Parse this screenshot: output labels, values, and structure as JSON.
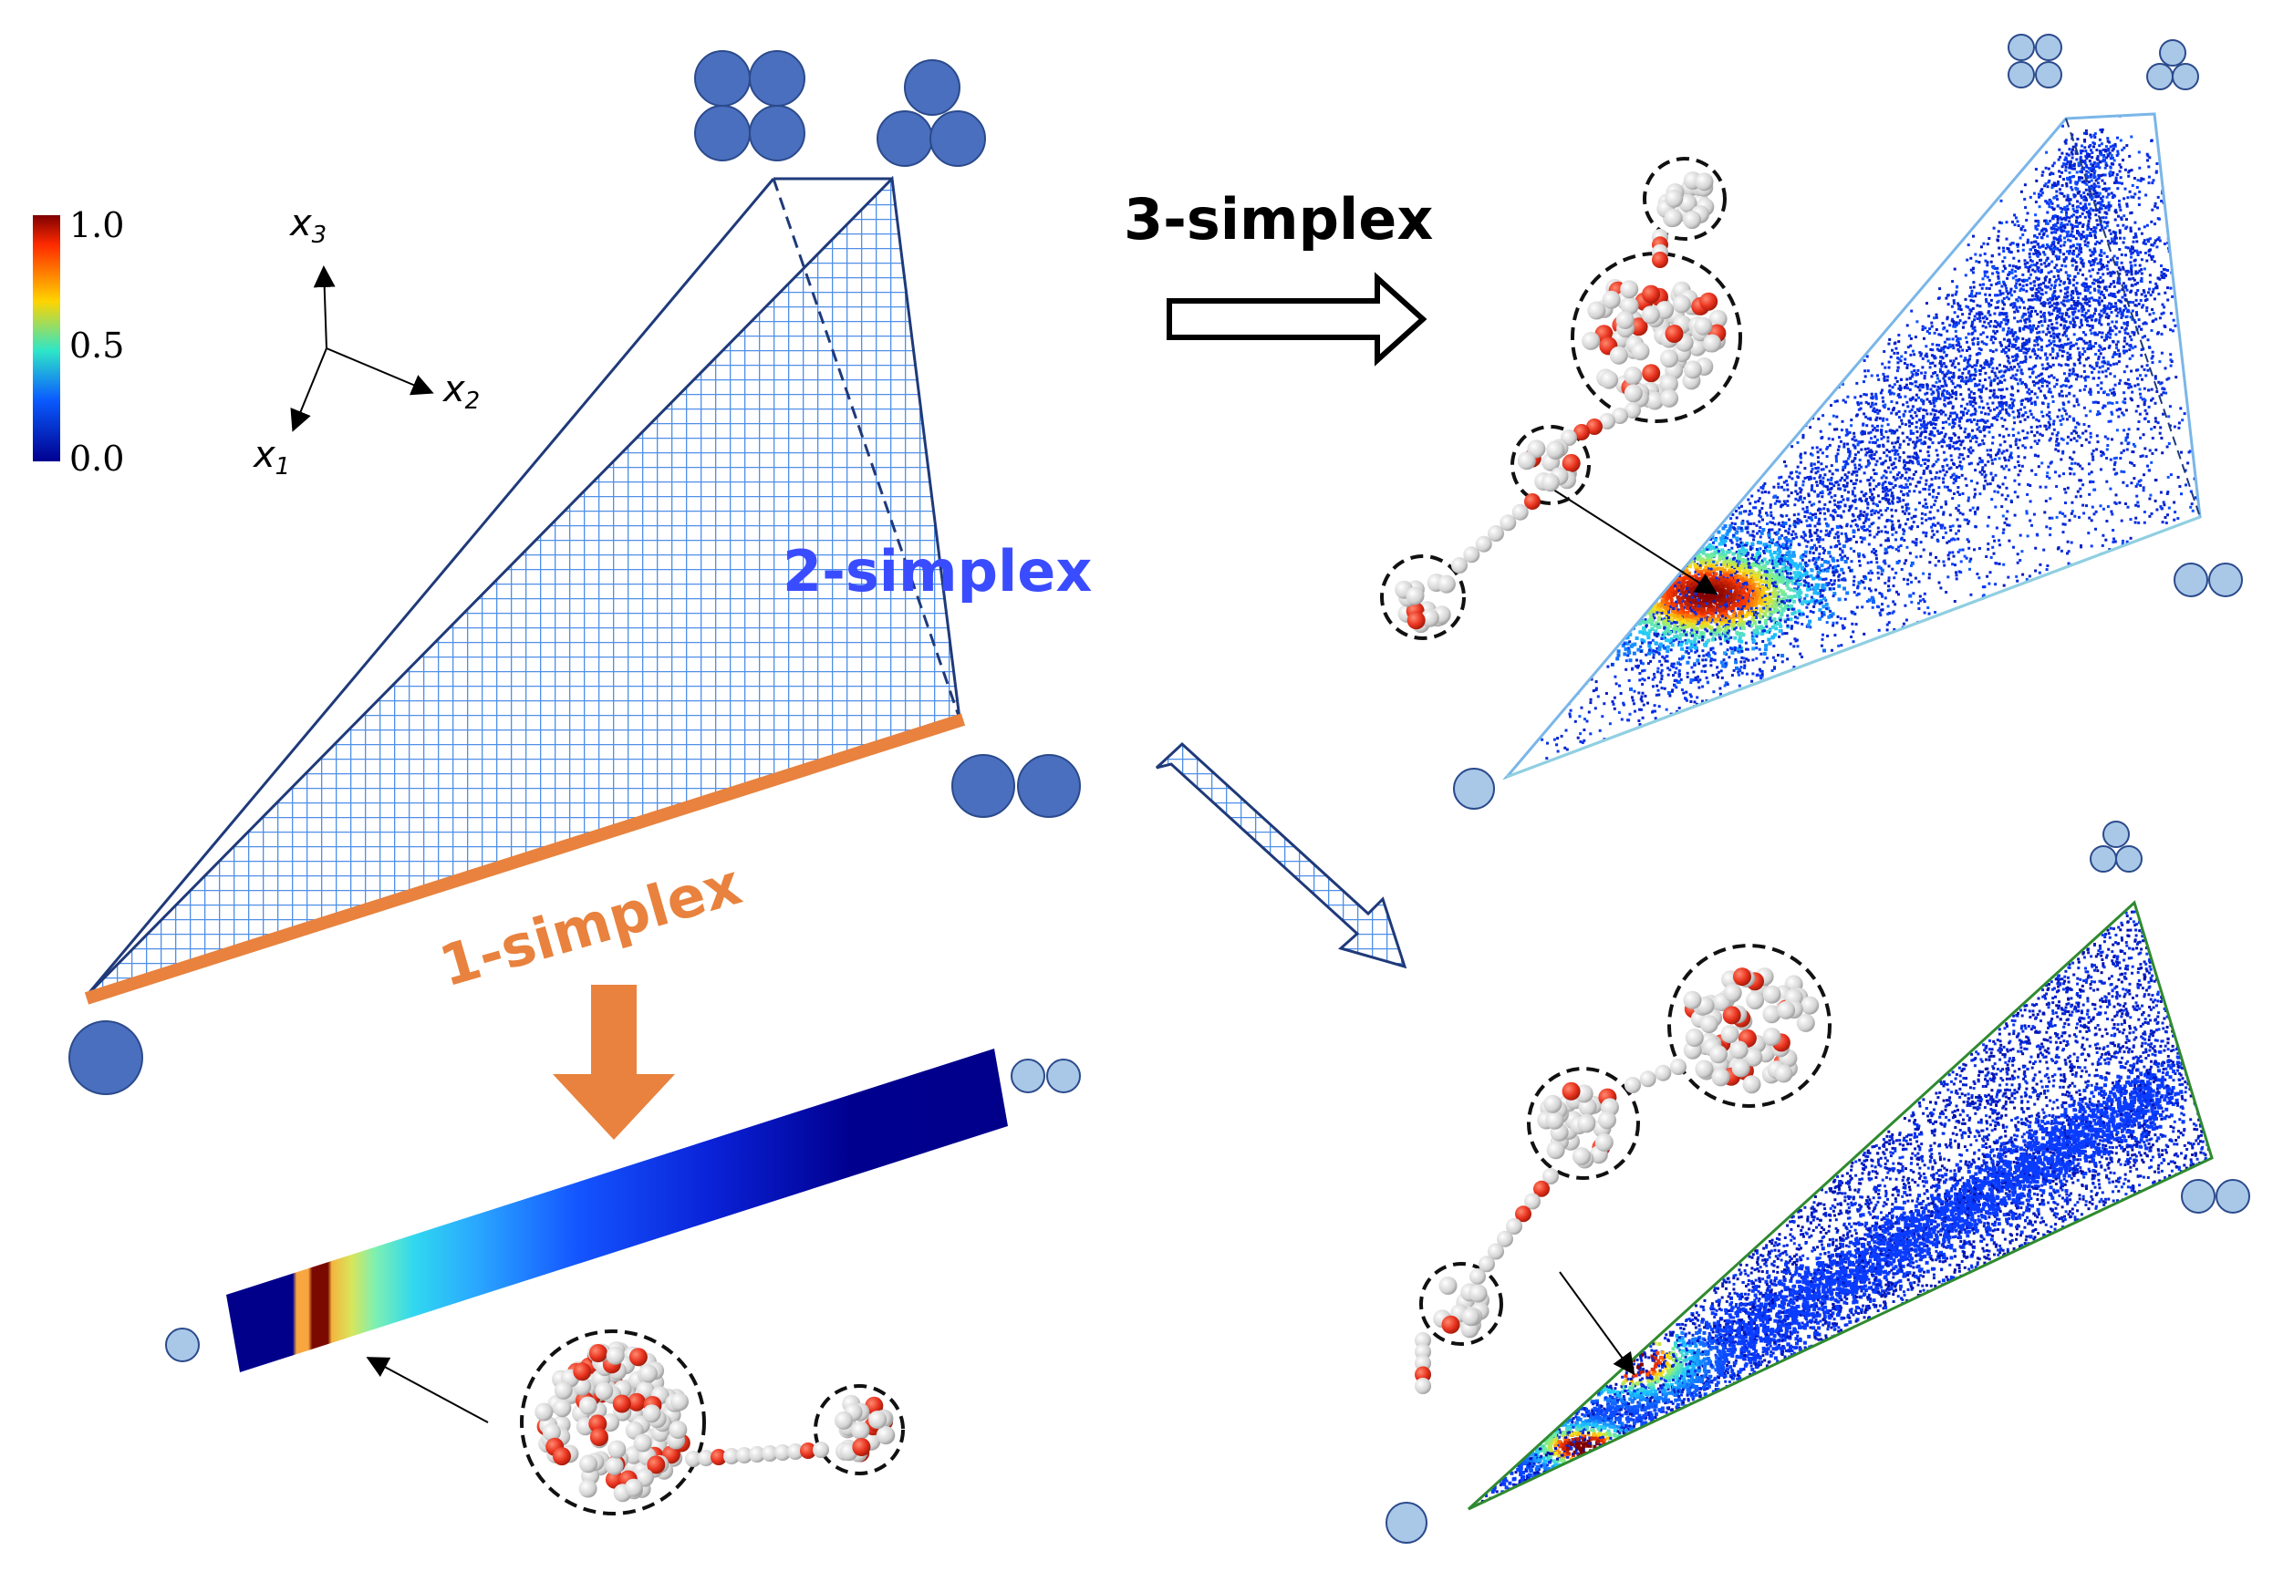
{
  "colorbar": {
    "ticks": [
      "1.0",
      "0.5",
      "0.0"
    ],
    "colors": [
      "#7f0000",
      "#ff2a00",
      "#ffd400",
      "#2ee6c8",
      "#0a5bff",
      "#00008f"
    ]
  },
  "axes": {
    "x1": "x",
    "x1_sub": "1",
    "x2": "x",
    "x2_sub": "2",
    "x3": "x",
    "x3_sub": "3"
  },
  "labels": {
    "simplex1": "1-simplex",
    "simplex2": "2-simplex",
    "simplex3": "3-simplex"
  },
  "colors": {
    "particle_dark": "#4a6fbe",
    "particle_light": "#a9c8e8",
    "simplex1_orange": "#e8823e",
    "simplex2_blue": "#3a4cff",
    "grid_blue": "#4f8fe8",
    "bead_white": "#e2e2e2",
    "bead_red": "#e8321e"
  },
  "icons": [
    "tetramer-icon",
    "trimer-icon",
    "dimer-icon",
    "monomer-icon",
    "polymer-chain-icon"
  ]
}
